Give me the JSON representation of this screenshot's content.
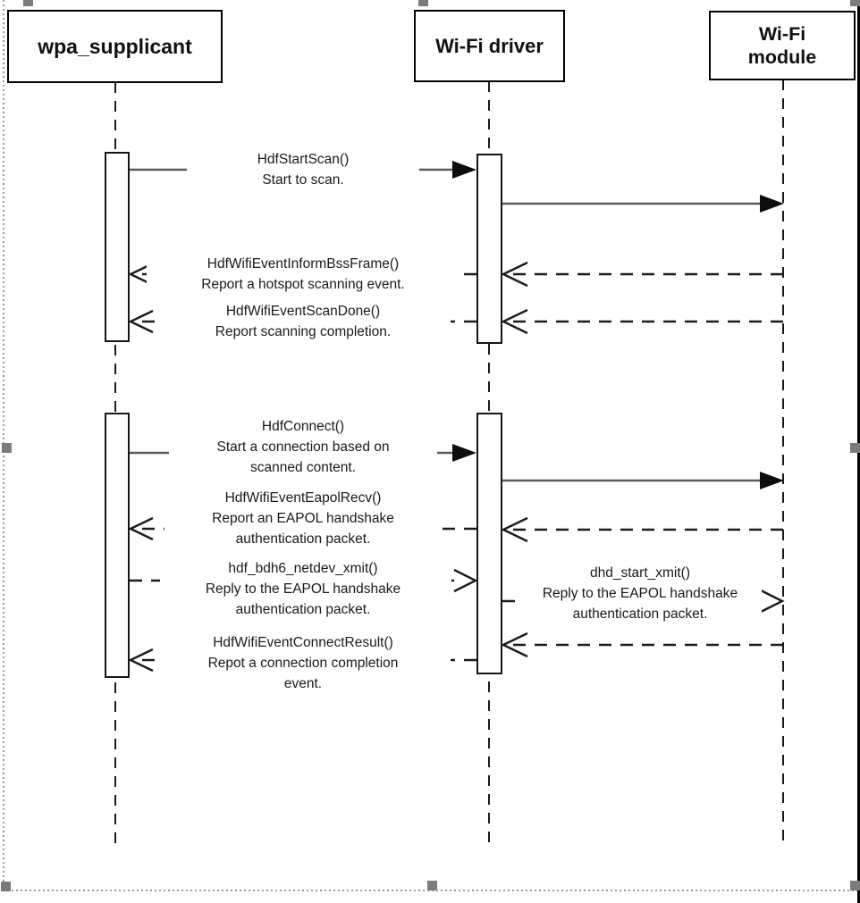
{
  "colors": {
    "solid_line": "#5a5a5a",
    "dashed_line": "#1b1b1b",
    "arrowhead": "#0d0d0d",
    "text": "#1a1a1a",
    "actor_border": "#000000",
    "handle": "#7b7b7b",
    "marquee_dot": "#9b9b9b",
    "background": "#ffffff"
  },
  "actors": [
    {
      "label": "wpa_supplicant"
    },
    {
      "label": "Wi-Fi driver"
    },
    {
      "label_lines": [
        "Wi-Fi",
        "module"
      ]
    }
  ],
  "messages": [
    {
      "lines": [
        "HdfStartScan()",
        "Start to scan."
      ]
    },
    {
      "lines": [
        "HdfWifiEventInformBssFrame()",
        "Report a hotspot scanning event."
      ]
    },
    {
      "lines": [
        "HdfWifiEventScanDone()",
        "Report scanning completion."
      ]
    },
    {
      "lines": [
        "HdfConnect()",
        "Start a connection based on",
        "scanned content."
      ]
    },
    {
      "lines": [
        "HdfWifiEventEapolRecv()",
        "Report an EAPOL handshake",
        "authentication packet."
      ]
    },
    {
      "lines": [
        "hdf_bdh6_netdev_xmit()",
        "Reply to the EAPOL handshake",
        "authentication packet."
      ]
    },
    {
      "lines": [
        "HdfWifiEventConnectResult()",
        "Repot a connection completion",
        "event."
      ]
    },
    {
      "lines": [
        "dhd_start_xmit()",
        "Reply to the EAPOL handshake",
        "authentication packet."
      ]
    }
  ]
}
